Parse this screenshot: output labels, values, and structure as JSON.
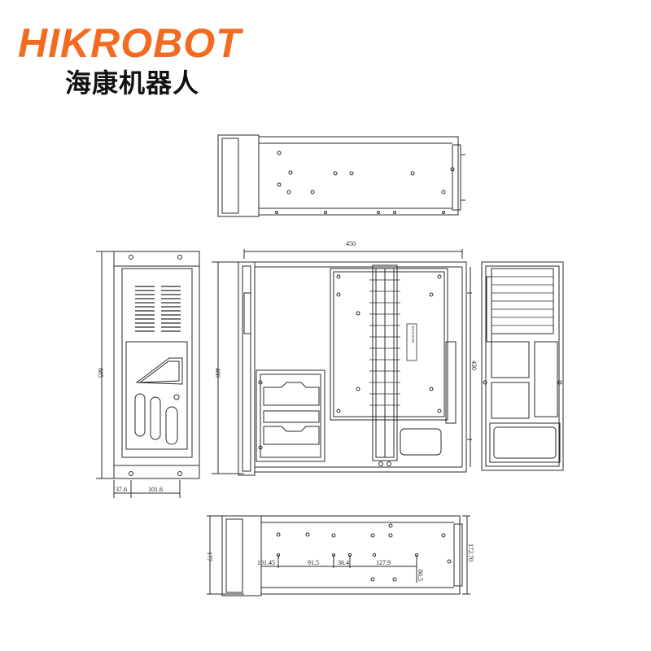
{
  "brand": {
    "logo_text": "HIKROBOT",
    "name_cn": "海康机器人",
    "accent_color": "#f26b21"
  },
  "drawing": {
    "line_color": "#2a2a2a",
    "front_view": {
      "height_dim": "685",
      "dim_left": "37.6",
      "dim_right": "101.6"
    },
    "plan_view": {
      "width_dim": "450",
      "depth_dim": "430",
      "side_dim": "480",
      "sticker_text": "TOPLOONG"
    },
    "bottom_view": {
      "height_dim": "177",
      "height_dim_right": "172.70",
      "hole_dims": [
        "101.45",
        "91.5",
        "36.4",
        "127.9",
        "86.5"
      ]
    }
  }
}
